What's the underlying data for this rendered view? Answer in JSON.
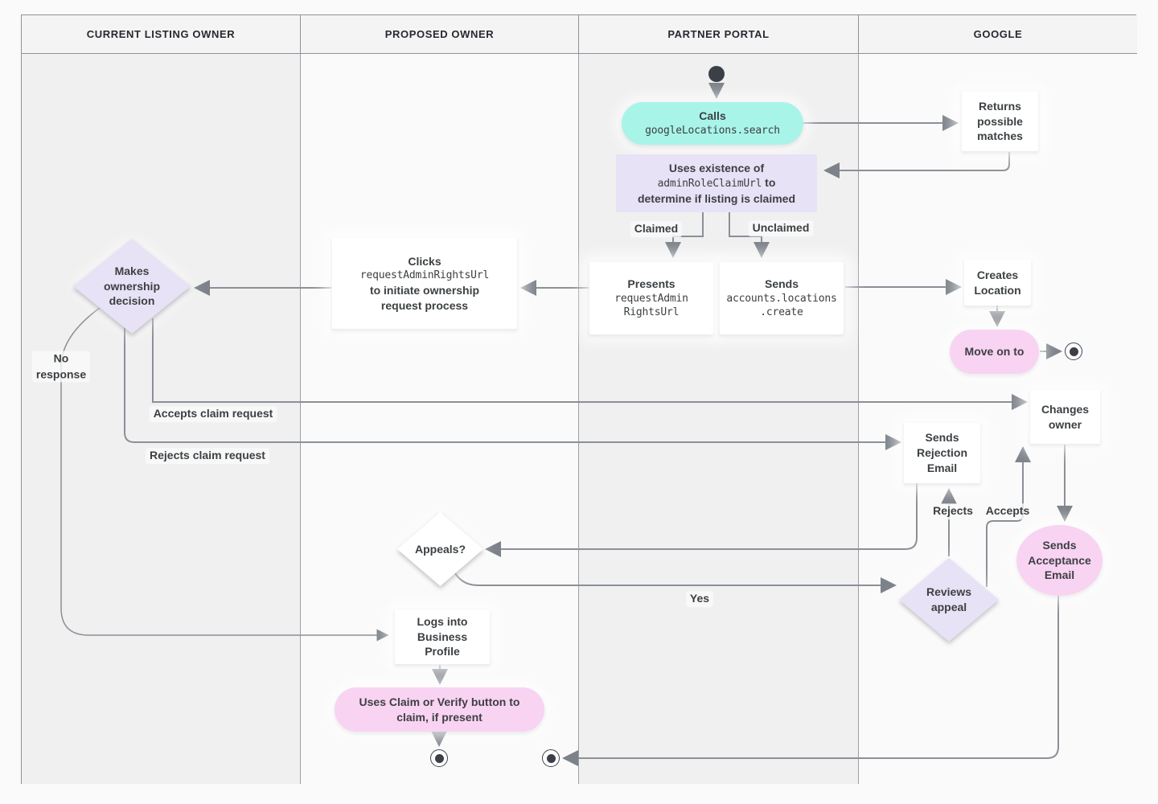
{
  "lanes": [
    {
      "label": "CURRENT LISTING OWNER"
    },
    {
      "label": "PROPOSED OWNER"
    },
    {
      "label": "PARTNER PORTAL"
    },
    {
      "label": "GOOGLE"
    }
  ],
  "nodes": {
    "calls": {
      "title": "Calls",
      "code": "googleLocations.search"
    },
    "returns_matches": {
      "label": "Returns\npossible\nmatches"
    },
    "uses_existence": {
      "line1": "Uses existence of",
      "code": "adminRoleClaimUrl",
      "suffix": "to",
      "line2": "determine if listing is claimed"
    },
    "presents": {
      "title": "Presents",
      "code": "requestAdmin\nRightsUrl"
    },
    "sends_create": {
      "title": "Sends",
      "code": "accounts.locations\n.create"
    },
    "clicks": {
      "title": "Clicks",
      "code": "requestAdminRightsUrl",
      "rest": "to initiate ownership\nrequest process"
    },
    "makes_decision": {
      "label": "Makes\nownership\ndecision"
    },
    "creates_location": {
      "label": "Creates\nLocation"
    },
    "move_on": {
      "label": "Move on to"
    },
    "changes_owner": {
      "label": "Changes\nowner"
    },
    "sends_rejection": {
      "label": "Sends\nRejection\nEmail"
    },
    "sends_acceptance": {
      "label": "Sends\nAcceptance\nEmail"
    },
    "reviews_appeal": {
      "label": "Reviews\nappeal"
    },
    "appeals": {
      "label": "Appeals?"
    },
    "logs_in": {
      "label": "Logs into\nBusiness\nProfile"
    },
    "uses_claim": {
      "label": "Uses Claim or Verify button to\nclaim, if present"
    }
  },
  "edge_labels": {
    "claimed": "Claimed",
    "unclaimed": "Unclaimed",
    "no_response": "No\nresponse",
    "accepts_claim": "Accepts claim request",
    "rejects_claim": "Rejects claim request",
    "rejects": "Rejects",
    "accepts": "Accepts",
    "yes": "Yes"
  },
  "colors": {
    "teal_action": "#a9f4e9",
    "lavender_decision": "#e8e2f6",
    "pink_action": "#f9d3f2",
    "box_white": "#ffffff",
    "connector_gray": "#8b9097",
    "text_dark": "#3c4043",
    "lane_header_bg": "#f4f4f5",
    "lane_dark": "#f0f0f1",
    "lane_light": "#fafafa"
  }
}
